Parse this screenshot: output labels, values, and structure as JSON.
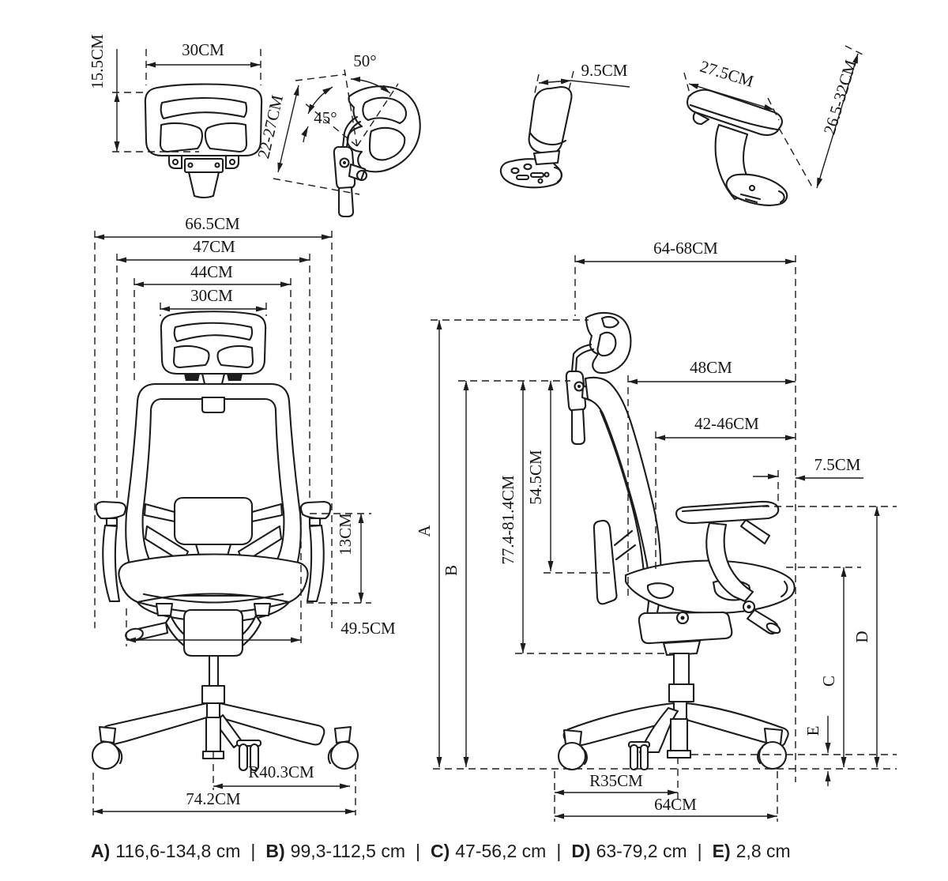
{
  "views": {
    "headrest_front": {
      "width_label": "30CM",
      "height_label": "15.5CM"
    },
    "headrest_side": {
      "max_angle": "50°",
      "mid_angle": "45°",
      "travel": "22-27CM"
    },
    "armpad_top": {
      "depth": "9.5CM"
    },
    "armrest_side": {
      "pad_length": "27.5CM",
      "height_range": "26.5-32CM"
    },
    "chair_front": {
      "overall_width": "66.5CM",
      "backrest_width": "47CM",
      "seat_width": "44CM",
      "headrest_width": "30CM",
      "armrest_above_seat": "13CM",
      "seat_pan_width": "49.5CM",
      "base_radius": "R40.3CM",
      "base_span": "74.2CM"
    },
    "chair_side": {
      "overall_depth": "64-68CM",
      "upper_depth": "48CM",
      "seat_depth": "42-46CM",
      "armrest_setback": "7.5CM",
      "height_a": "A",
      "height_b": "B",
      "backrest_height": "77.4-81.4CM",
      "back_panel_height": "54.5CM",
      "height_c": "C",
      "height_d": "D",
      "height_e": "E",
      "base_radius": "R35CM",
      "base_span": "64CM"
    }
  },
  "legend": {
    "separator": "|",
    "items": [
      {
        "key": "A)",
        "value": "116,6-134,8 cm"
      },
      {
        "key": "B)",
        "value": "99,3-112,5 cm"
      },
      {
        "key": "C)",
        "value": "47-56,2 cm"
      },
      {
        "key": "D)",
        "value": "63-79,2 cm"
      },
      {
        "key": "E)",
        "value": "2,8 cm"
      }
    ]
  }
}
